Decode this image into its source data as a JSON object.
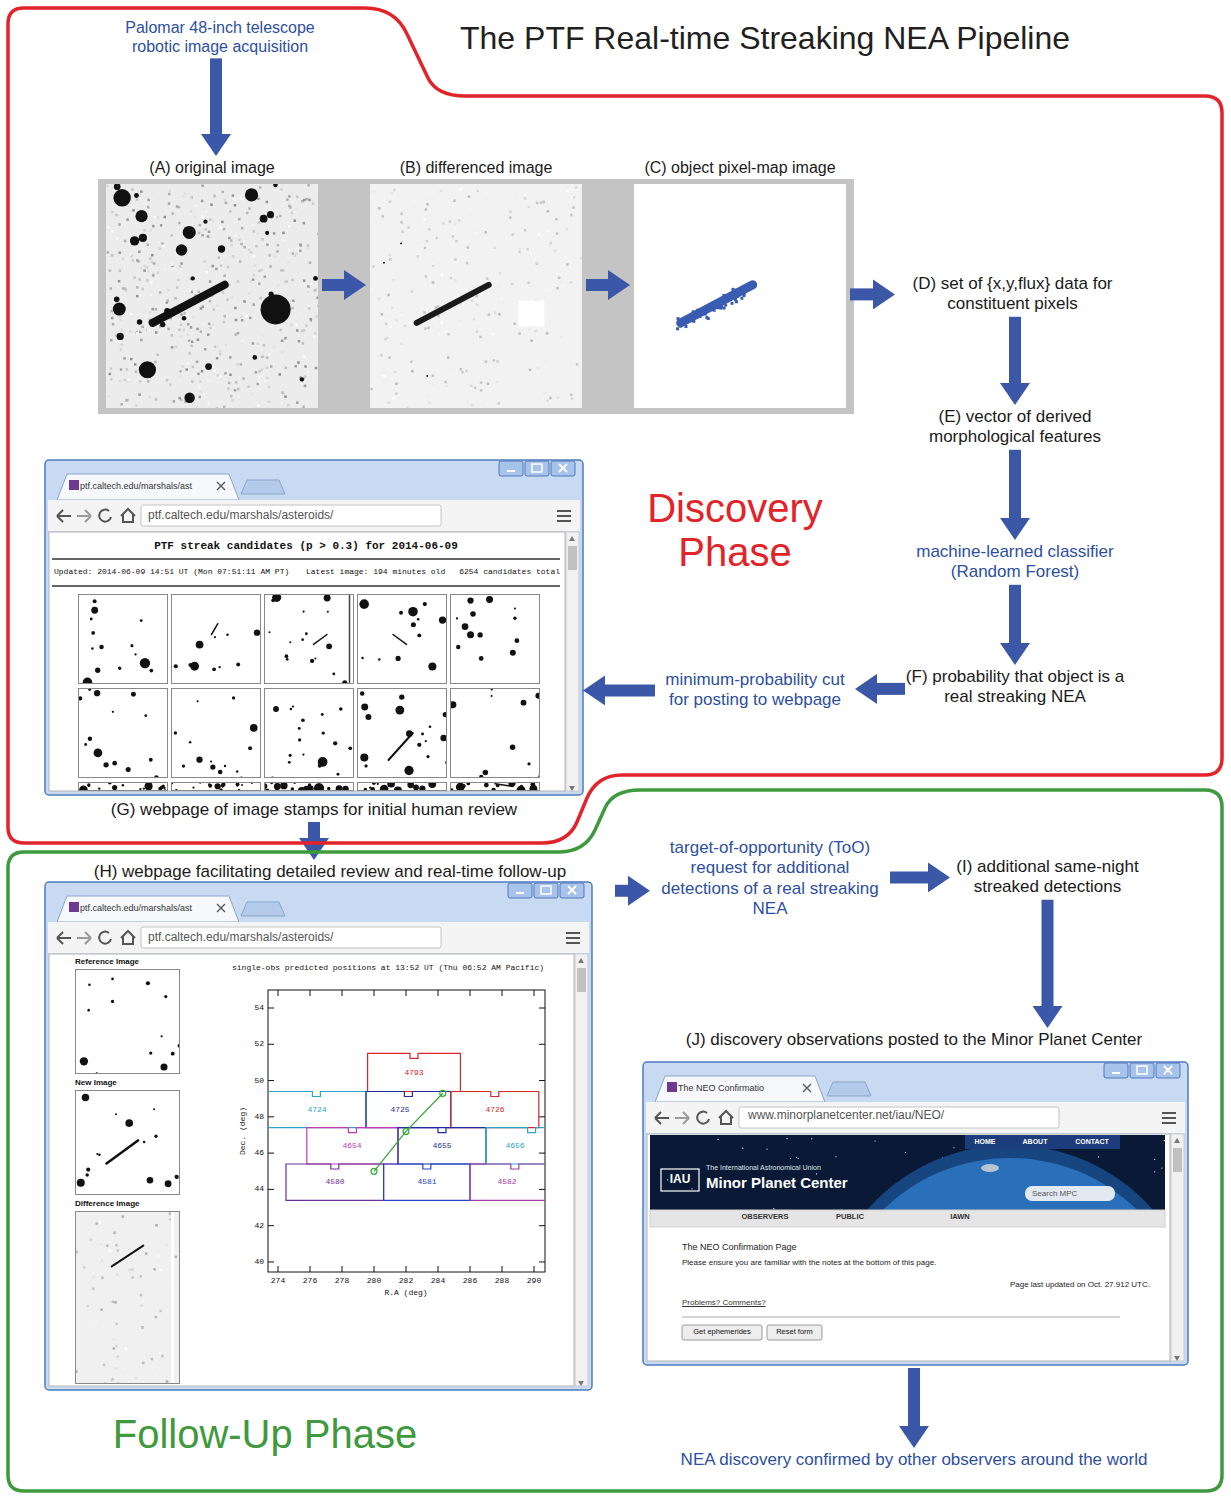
{
  "diagram": {
    "title": "The PTF Real-time Streaking NEA Pipeline",
    "nodes": [
      {
        "text": [
          "Discovery Phase"
        ]
      },
      {
        "text": [
          "Palomar 48-inch telescope robotic image acquisition"
        ],
        "in": 0
      },
      {
        "text": [
          "(A) original image"
        ],
        "in": 0
      },
      {
        "text": [
          "(B) differenced image"
        ],
        "in": 0
      },
      {
        "text": [
          "(C) object pixel-map image"
        ],
        "in": 0
      },
      {
        "text": [
          "(D) set of {x,y,flux} data for constituent pixels"
        ],
        "in": 0
      },
      {
        "text": [
          "(E) vector of derived morphological features"
        ],
        "in": 0
      },
      {
        "text": [
          "machine-learned classifier (Random Forest)"
        ],
        "in": 0
      },
      {
        "text": [
          "(F) probability that object is a real streaking NEA"
        ],
        "in": 0
      },
      {
        "text": [
          "minimum-probability cut for posting to webpage"
        ],
        "in": 0
      },
      {
        "text": [
          "(G) webpage of image stamps for initial human review"
        ],
        "in": 0
      },
      {
        "text": [
          "Follow-Up Phase"
        ]
      },
      {
        "text": [
          "(H) webpage facilitating detailed review and real-time follow-up"
        ],
        "in": 11
      },
      {
        "text": [
          "target-of-opportunity (ToO) request for additional detections of a real streaking NEA"
        ],
        "in": 11
      },
      {
        "text": [
          "(I) additional same-night streaked detections"
        ],
        "in": 11
      },
      {
        "text": [
          "(J) discovery observations posted to the Minor Planet Center"
        ],
        "in": 11
      },
      {
        "text": [
          "NEA discovery confirmed by other observers around the world"
        ],
        "in": 11
      }
    ],
    "edges": [
      {
        "from": 1,
        "to": 2,
        "arrow": "to"
      },
      {
        "from": 2,
        "to": 3,
        "arrow": "to"
      },
      {
        "from": 3,
        "to": 4,
        "arrow": "to"
      },
      {
        "from": 4,
        "to": 5,
        "arrow": "to"
      },
      {
        "from": 5,
        "to": 6,
        "arrow": "to"
      },
      {
        "from": 6,
        "to": 7,
        "arrow": "to"
      },
      {
        "from": 7,
        "to": 8,
        "arrow": "to"
      },
      {
        "from": 8,
        "to": 9,
        "arrow": "to"
      },
      {
        "from": 9,
        "to": 10,
        "arrow": "to"
      },
      {
        "from": 10,
        "to": 12,
        "arrow": "to"
      },
      {
        "from": 12,
        "to": 13,
        "arrow": "to"
      },
      {
        "from": 13,
        "to": 14,
        "arrow": "to"
      },
      {
        "from": 14,
        "to": 15,
        "arrow": "to"
      },
      {
        "from": 15,
        "to": 16,
        "arrow": "to"
      }
    ],
    "labels": [
      "ptf.caltech.edu/marshals/ast",
      "ptf.caltech.edu/marshals/asteroids/",
      "PTF streak candidates (p > 0.3) for 2014-06-09",
      "Updated: 2014-06-09 14:51 UT (Mon 07:51:11 AM PT)",
      "Latest image: 194 minutes old",
      "6254 candidates total",
      "ptf.caltech.edu/marshals/ast",
      "ptf.caltech.edu/marshals/asteroids/",
      "Reference Image",
      "New Image",
      "Difference Image",
      "single-obs predicted positions at 13:52 UT (Thu 06:52 AM Pacific)",
      "54",
      "52",
      "50",
      "48",
      "46",
      "44",
      "42",
      "40",
      "Dec. (deg)",
      "274",
      "276",
      "278",
      "280",
      "282",
      "284",
      "286",
      "288",
      "290",
      "R.A (deg)",
      "4793",
      "4724",
      "4725",
      "4726",
      "4654",
      "4655",
      "4656",
      "4580",
      "4581",
      "4582",
      "The NEO Confirmatio",
      "www.minorplanetcenter.net/iau/NEO/",
      "HOME",
      "ABOUT",
      "CONTACT",
      "IAU",
      "The International Astronomical Union",
      "Minor Planet Center",
      "Search MPC",
      "OBSERVERS",
      "PUBLIC",
      "IAWN",
      "The NEO Confirmation Page",
      "Please ensure you are familiar with the notes at the bottom of this page.",
      "Page last updated on Oct. 27.912 UTC.",
      "Problems? Comments?",
      "Get ephemerides",
      "Reset form"
    ]
  }
}
